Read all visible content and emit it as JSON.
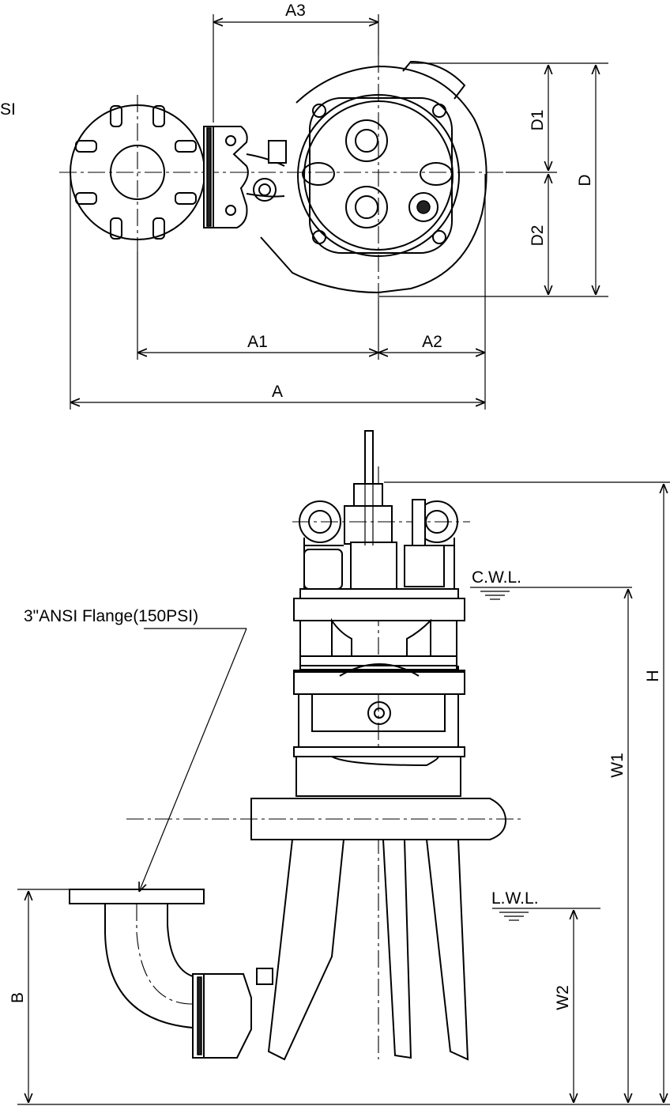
{
  "labels": {
    "a3": "A3",
    "si": "SI",
    "d1": "D1",
    "d": "D",
    "d2": "D2",
    "a1": "A1",
    "a2": "A2",
    "a": "A",
    "cwl": "C.W.L.",
    "flange": "3\"ANSI Flange(150PSI)",
    "h": "H",
    "w1": "W1",
    "lwl": "L.W.L.",
    "b": "B",
    "w2": "W2"
  }
}
